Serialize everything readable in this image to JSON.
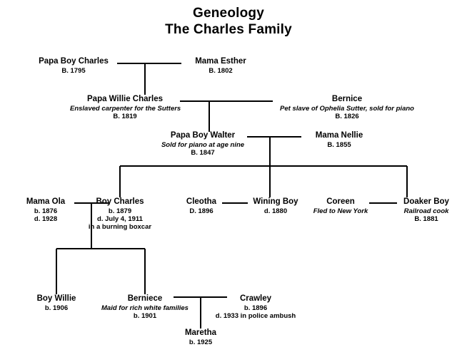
{
  "title": {
    "line1": "Geneology",
    "line2": "The Charles Family"
  },
  "colors": {
    "background": "#ffffff",
    "text": "#000000",
    "line": "#000000"
  },
  "people": {
    "papa_boy_charles": {
      "name": "Papa Boy Charles",
      "dates": "B. 1795"
    },
    "mama_esther": {
      "name": "Mama Esther",
      "dates": "B. 1802"
    },
    "papa_willie_charles": {
      "name": "Papa Willie Charles",
      "note": "Enslaved carpenter for the Sutters",
      "dates": "B. 1819"
    },
    "bernice": {
      "name": "Bernice",
      "note": "Pet slave of Ophelia Sutter, sold for piano",
      "dates": "B. 1826"
    },
    "papa_boy_walter": {
      "name": "Papa Boy Walter",
      "note": "Sold for piano at age nine",
      "dates": "B. 1847"
    },
    "mama_nellie": {
      "name": "Mama Nellie",
      "dates": "B. 1855"
    },
    "mama_ola": {
      "name": "Mama Ola",
      "birth": "b. 1876",
      "death": "d. 1928"
    },
    "boy_charles": {
      "name": "Boy Charles",
      "birth": "b. 1879",
      "death": "d. July 4, 1911",
      "death_detail": "in a burning boxcar"
    },
    "cleotha": {
      "name": "Cleotha",
      "dates": "D. 1896"
    },
    "wining_boy": {
      "name": "Wining Boy",
      "dates": "d. 1880"
    },
    "coreen": {
      "name": "Coreen",
      "note": "Fled to New York"
    },
    "doaker_boy": {
      "name": "Doaker Boy",
      "note": "Railroad cook",
      "dates": "B. 1881"
    },
    "boy_willie": {
      "name": "Boy Willie",
      "dates": "b. 1906"
    },
    "berniece": {
      "name": "Berniece",
      "note": "Maid for rich white families",
      "dates": "b. 1901"
    },
    "crawley": {
      "name": "Crawley",
      "birth": "b. 1896",
      "death": "d. 1933 in police ambush"
    },
    "maretha": {
      "name": "Maretha",
      "dates": "b. 1925"
    }
  }
}
